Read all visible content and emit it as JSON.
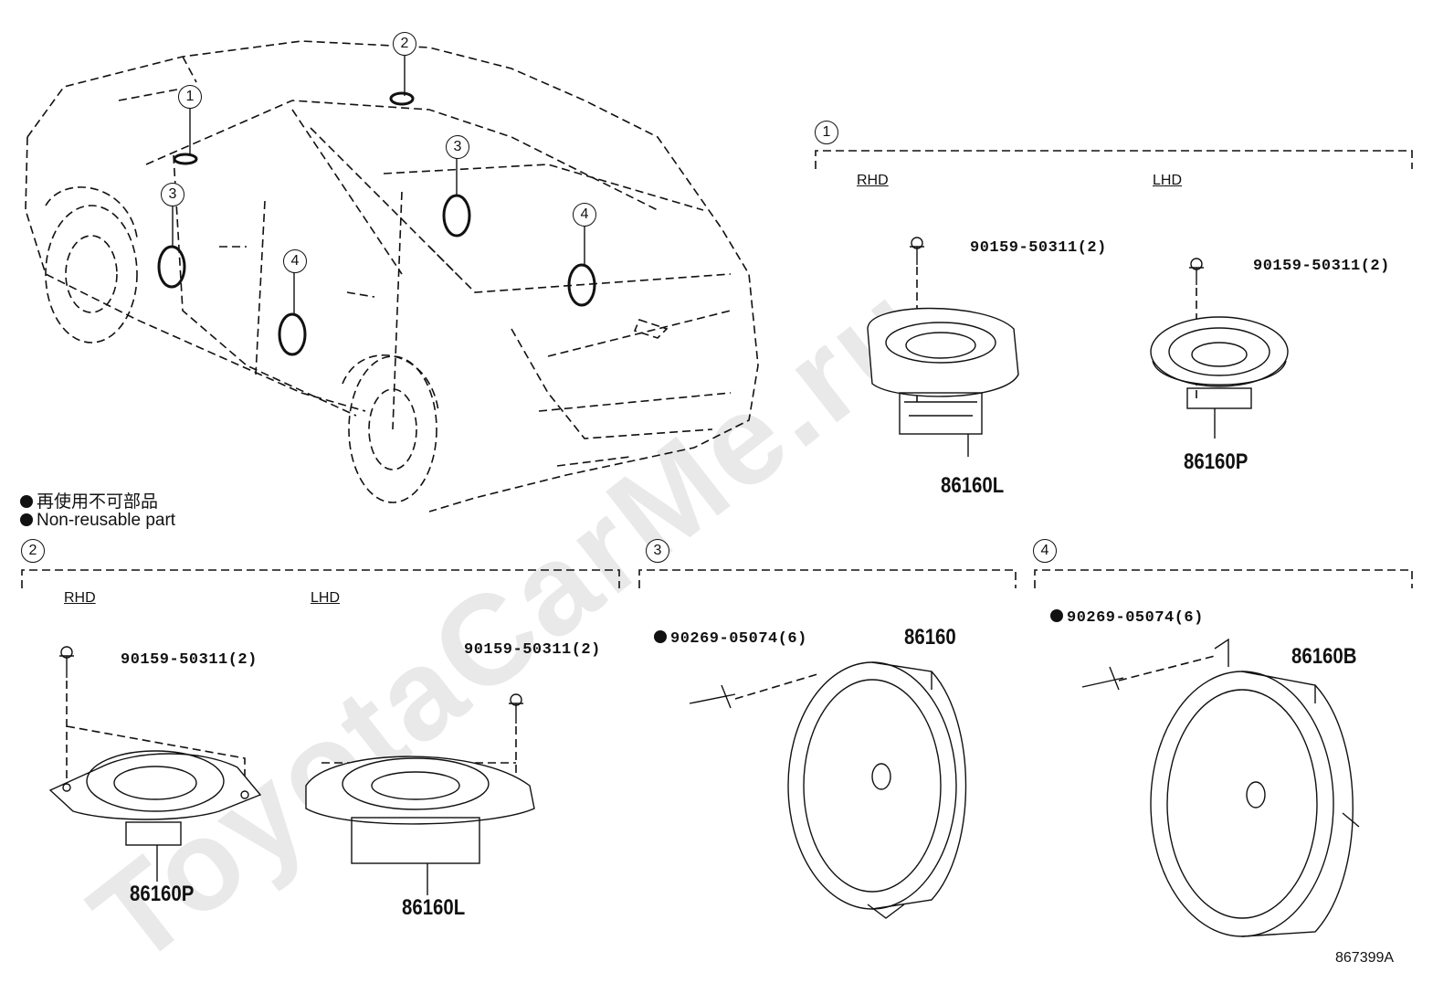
{
  "watermark": "ToyotaCarMe.ru",
  "diagram_id": "867399A",
  "legend": {
    "jp": "再使用不可部品",
    "en": "Non-reusable part"
  },
  "car_callouts": [
    "1",
    "2",
    "3",
    "3",
    "4",
    "4"
  ],
  "sections": {
    "s1": {
      "num": "1",
      "rhd": "RHD",
      "lhd": "LHD",
      "rhd_bolt": "90159-50311(2)",
      "rhd_part": "86160L",
      "lhd_bolt": "90159-50311(2)",
      "lhd_part": "86160P"
    },
    "s2": {
      "num": "2",
      "rhd": "RHD",
      "lhd": "LHD",
      "rhd_bolt": "90159-50311(2)",
      "rhd_part": "86160P",
      "lhd_bolt": "90159-50311(2)",
      "lhd_part": "86160L"
    },
    "s3": {
      "num": "3",
      "rivet": "90269-05074(6)",
      "part": "86160"
    },
    "s4": {
      "num": "4",
      "rivet": "90269-05074(6)",
      "part": "86160B"
    }
  }
}
